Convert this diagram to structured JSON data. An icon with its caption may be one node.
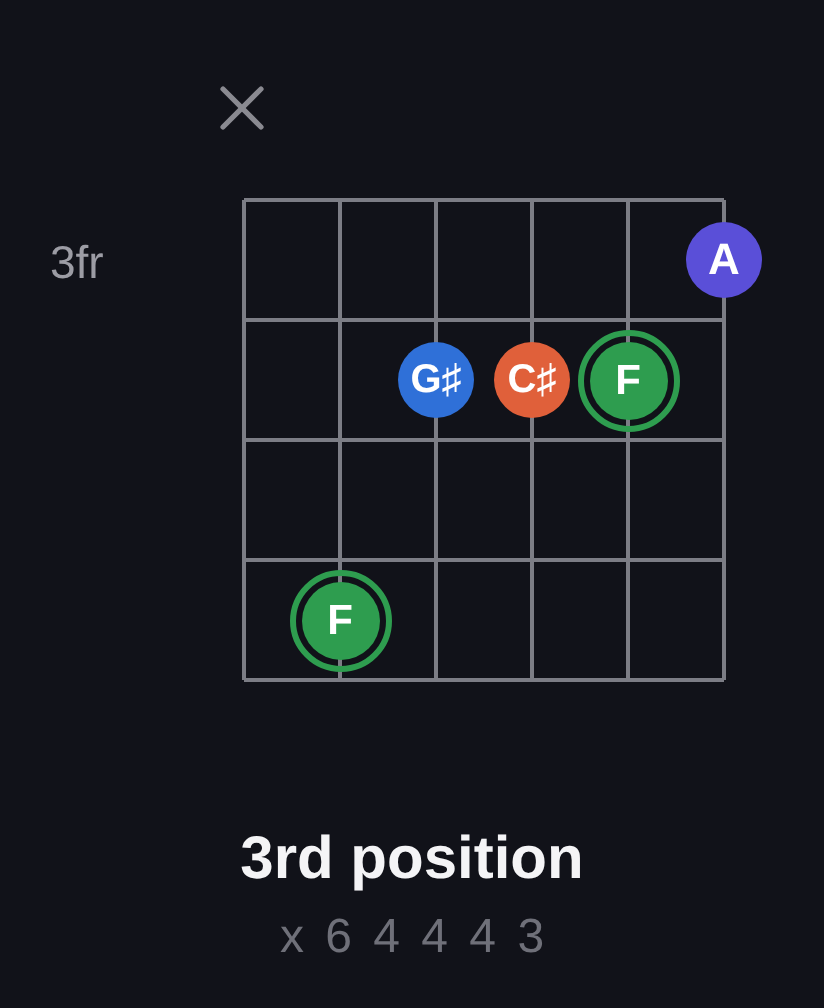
{
  "diagram": {
    "title": "3rd position",
    "nodes": [
      {
        "text": [
          "A"
        ]
      },
      {
        "text": [
          "G♯"
        ]
      },
      {
        "text": [
          "C♯"
        ]
      },
      {
        "text": [
          "F"
        ]
      },
      {
        "text": [
          "F"
        ]
      }
    ],
    "labels": [
      "3fr",
      "x 6 4 4 4 3"
    ]
  }
}
